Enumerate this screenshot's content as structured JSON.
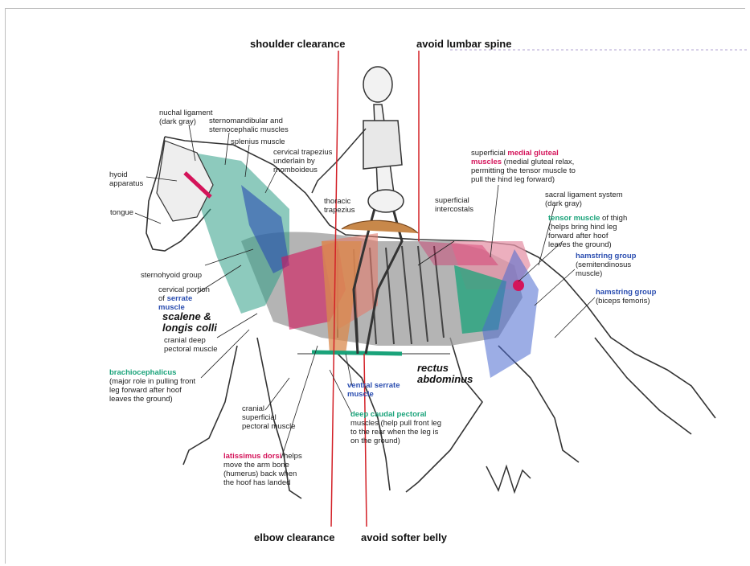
{
  "top_labels": {
    "shoulder": "shoulder clearance",
    "lumbar": "avoid lumbar spine",
    "elbow": "elbow clearance",
    "belly": "avoid softer belly"
  },
  "labels": {
    "nuchal": "nuchal ligament\n(dark gray)",
    "sterno": "sternomandibular and\nsternocephalic muscles",
    "splenius": "splenius muscle",
    "trapezius": "cervical trapezius\nunderlain by\nrhomboideus",
    "hyoid": "hyoid\napparatus",
    "tongue": "tongue",
    "thoracic": "thoracic\ntrapezius",
    "intercostals": "superficial\nintercostals",
    "sternohyoid": "sternohyoid group",
    "cervical_prefix": "cervical portion\nof ",
    "serrate": "serrate",
    "muscle": "muscle",
    "scalene": "scalene &\nlongis colli",
    "cranial_deep": "cranial deep\npectoral muscle",
    "brachio_name": "brachiocephalicus",
    "brachio_desc": "(major role in pulling front\nleg forward after hoof\nleaves the ground)",
    "cranial_sup": "cranial\nsuperficial\npectoral muscle",
    "latissimus_name": "latissimus dorsi",
    "latissimus_desc": " helps\nmove the arm bone\n(humerus) back when\nthe hoof has landed",
    "ventral_serrate": "ventral serrate\nmuscle",
    "deep_caudal_name": "deep caudal pectoral",
    "deep_caudal_desc": "muscles (help pull front leg\nto the rear when the leg is\non the ground)",
    "rectus": "rectus\nabdominus",
    "gluteal_prefix": "superficial ",
    "gluteal_name": "medial gluteal\nmuscles",
    "gluteal_desc": " (medial gluteal relax,\npermitting the tensor muscle to\npull the hind leg forward)",
    "sacral": "sacral  ligament system\n(dark gray)",
    "tensor_name": "tensor muscle",
    "tensor_desc": " of thigh\n(helps bring hind leg\nforward after hoof\nleaves the ground)",
    "hamstring1_name": "hamstring group",
    "hamstring1_desc": "(semitendinosus\nmuscle)",
    "hamstring2_name": "hamstring group",
    "hamstring2_desc": "(biceps femoris)"
  },
  "colors": {
    "red_line": "#d32027",
    "pink": "#d4145a",
    "green": "#1aa37a",
    "blue": "#2a4db0"
  }
}
